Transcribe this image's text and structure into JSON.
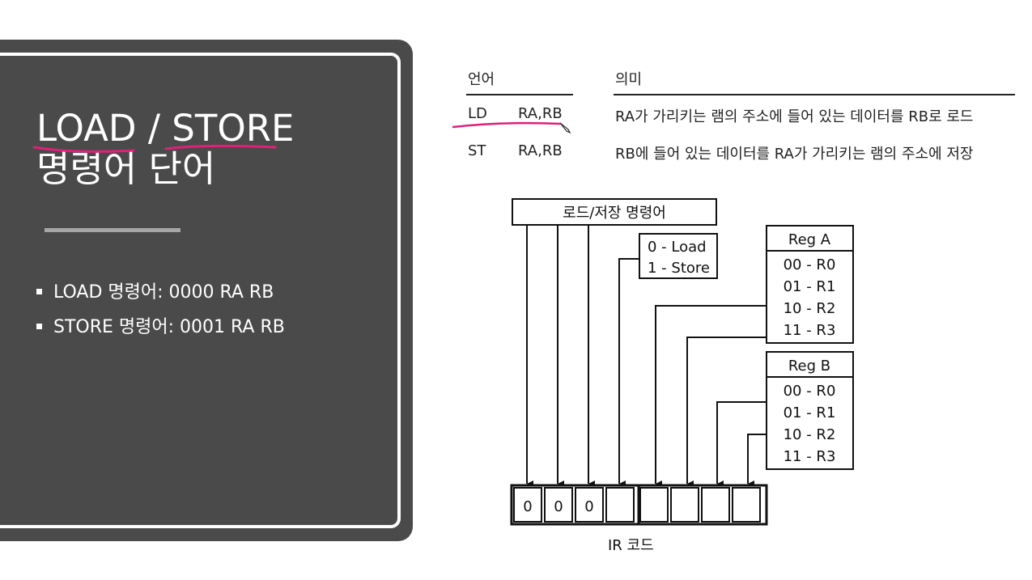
{
  "slide": {
    "title_line1": "LOAD / STORE",
    "title_line2": "명령어 단어",
    "bullets": [
      "LOAD 명령어: 0000 RA RB",
      "STORE 명령어: 0001 RA RB"
    ]
  },
  "table": {
    "headers": {
      "lang": "언어",
      "meaning": "의미"
    },
    "rows": [
      {
        "op": "LD",
        "args": "RA,RB",
        "meaning": "RA가 가리키는 램의 주소에 들어 있는 데이터를 RB로 로드"
      },
      {
        "op": "ST",
        "args": "RA,RB",
        "meaning": "RB에 들어 있는 데이터를 RA가 가리키는 램의 주소에 저장"
      }
    ]
  },
  "diagram": {
    "opcode_box": "로드/저장 명령어",
    "mode_box": [
      "0 - Load",
      "1 - Store"
    ],
    "reg_a": {
      "title": "Reg A",
      "items": [
        "00 - R0",
        "01 - R1",
        "10 - R2",
        "11 - R3"
      ]
    },
    "reg_b": {
      "title": "Reg B",
      "items": [
        "00 - R0",
        "01 - R1",
        "10 - R2",
        "11 - R3"
      ]
    },
    "ir_bits": [
      "0",
      "0",
      "0",
      "",
      "",
      "",
      "",
      ""
    ],
    "ir_caption": "IR 코드"
  },
  "colors": {
    "panel": "#4a4a4a",
    "annotation": "#e0207a",
    "divider": "#a6a6a6"
  },
  "icons": [
    "pen-cursor-icon"
  ]
}
